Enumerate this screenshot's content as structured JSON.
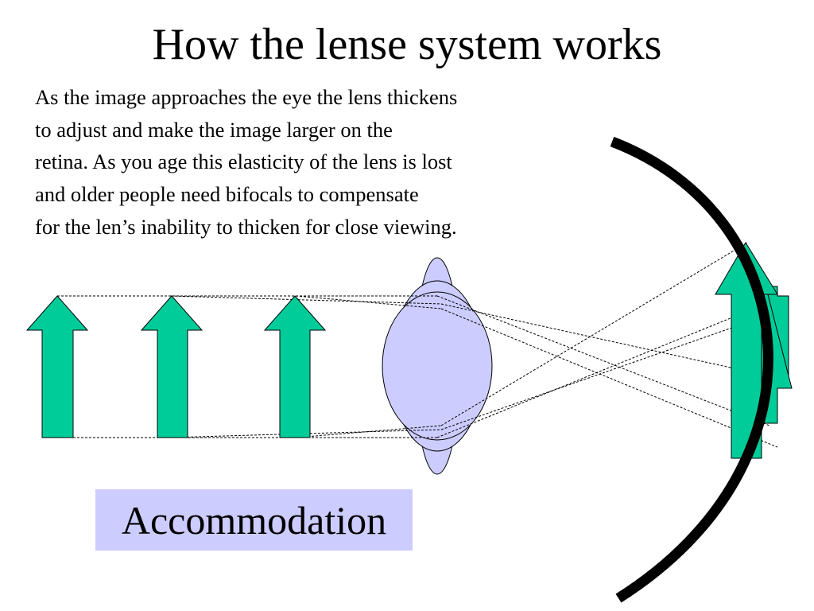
{
  "slide": {
    "title": "How the lense system works",
    "description_lines": [
      "As the image approaches the eye the lens thickens",
      "to adjust and make the image larger on the",
      "retina. As you age this elasticity of the lens is lost",
      "and older people need bifocals to compensate",
      "for the len’s inability to thicken for close viewing."
    ],
    "label": "Accommodation"
  },
  "colors": {
    "arrow_fill": "#00cc99",
    "lens_fill": "#ccccff",
    "label_bg": "#ccccff",
    "retina_stroke": "#000000"
  }
}
